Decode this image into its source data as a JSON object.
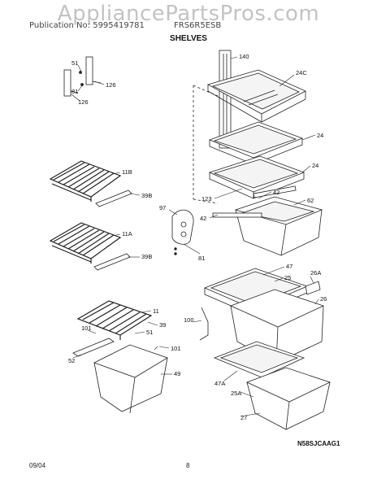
{
  "header": {
    "left": "Publication No: 5995419781",
    "right": "FRS6R5ESB",
    "title": "SHELVES"
  },
  "watermark": "AppliancePartsPros.com",
  "footer": {
    "date": "09/04",
    "page": "8"
  },
  "diagram_code": "N58SJCAAG1",
  "callouts": {
    "c140": "140",
    "c24C": "24C",
    "c24a": "24",
    "c24b": "24",
    "c51": "51",
    "c126a": "126",
    "c81a": "81",
    "c126b": "126",
    "c11B": "11B",
    "c39Ba": "39B",
    "c11A": "11A",
    "c39Bb": "39B",
    "c97": "97",
    "c123": "123",
    "c42a": "42",
    "c62": "62",
    "c42b": "42",
    "c81b": "81",
    "c47": "47",
    "c25": "25",
    "c26A": "26A",
    "c26": "26",
    "c11": "11",
    "c39": "39",
    "c51b": "51",
    "c101a": "101",
    "c101b": "101",
    "c100": "100",
    "c52": "52",
    "c49": "49",
    "c47A": "47A",
    "c25A": "25A",
    "c27": "27"
  }
}
